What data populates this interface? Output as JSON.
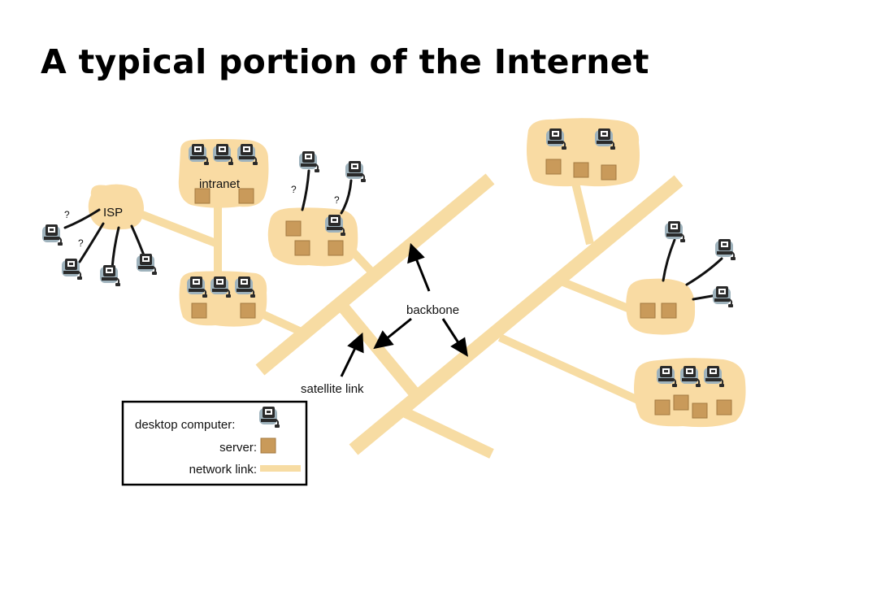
{
  "title": "A typical portion of the Internet",
  "labels": {
    "isp": "ISP",
    "intranet": "intranet",
    "backbone": "backbone",
    "satellite_link": "satellite link",
    "unknown": "?"
  },
  "legend": {
    "desktop_computer": "desktop computer:",
    "server": "server:",
    "network_link": "network link:"
  },
  "colors": {
    "link": "#f7dca3",
    "cloud": "#f9dba3",
    "server": "#c99a5a",
    "computer": "#555555",
    "monitor": "#9fb3bd"
  }
}
